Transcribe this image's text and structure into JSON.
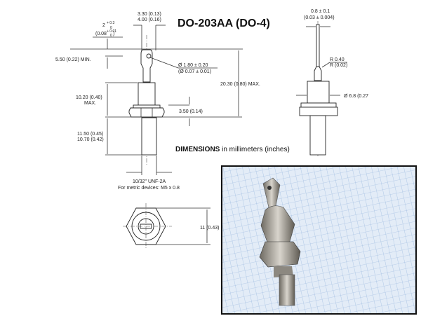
{
  "title": "DO-203AA (DO-4)",
  "dimensions_note": {
    "bold": "DIMENSIONS",
    "rest": " in millimeters (inches)"
  },
  "labels": {
    "terminal_width_mm": "3.30 (0.13)",
    "terminal_width_in": "4.00 (0.16)",
    "tol_mm_base": "2",
    "tol_mm_plus": "+ 0.3",
    "tol_mm_minus": "0",
    "tol_in_base": "(0.08",
    "tol_in_plus": "+ 0.01",
    "tol_in_minus": "0",
    "tol_in_close": ")",
    "min_len": "5.50 (0.22) MIN.",
    "hole_mm": "Ø 1.80 ± 0.20",
    "hole_in": "(Ø 0.07 ± 0.01)",
    "body_h1": "10.20 (0.40)",
    "body_h2": "MAX.",
    "overall": "20.30 (0.80) MAX.",
    "hex_h": "3.50 (0.14)",
    "stud_l1": "11.50 (0.45)",
    "stud_l2": "10.70 (0.42)",
    "thread1": "10/32\" UNF-2A",
    "thread2": "For metric devices: M5 x 0.8",
    "hex_across": "11 (0.43)",
    "lead_mm": "0.8 ± 0.1",
    "lead_in": "(0.03 ± 0.004)",
    "radius_mm": "R 0.40",
    "radius_in": "R (0.02)",
    "body_dia": "Ø 6.8 (0.27"
  },
  "colors": {
    "grid_bg": "#dfe9f5",
    "grid_line": "#7fa6d6",
    "metal": "#a9a49c"
  }
}
